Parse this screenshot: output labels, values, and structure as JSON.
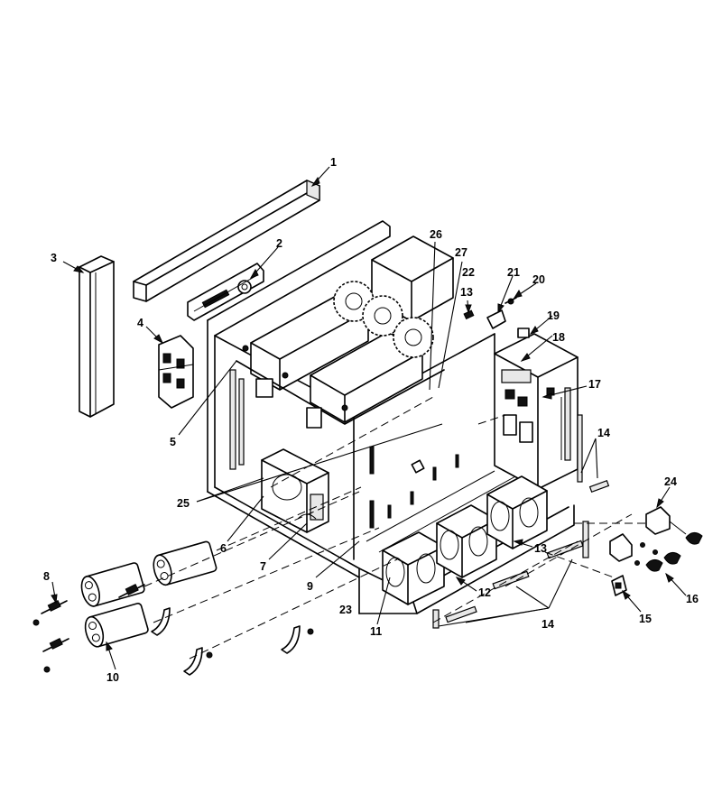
{
  "callouts": [
    {
      "id": "1",
      "label": "1"
    },
    {
      "id": "2",
      "label": "2"
    },
    {
      "id": "3",
      "label": "3"
    },
    {
      "id": "4",
      "label": "4"
    },
    {
      "id": "5",
      "label": "5"
    },
    {
      "id": "6",
      "label": "6"
    },
    {
      "id": "7",
      "label": "7"
    },
    {
      "id": "8",
      "label": "8"
    },
    {
      "id": "9",
      "label": "9"
    },
    {
      "id": "10",
      "label": "10"
    },
    {
      "id": "11",
      "label": "11"
    },
    {
      "id": "12",
      "label": "12"
    },
    {
      "id": "13a",
      "label": "13"
    },
    {
      "id": "13b",
      "label": "13"
    },
    {
      "id": "14a",
      "label": "14"
    },
    {
      "id": "14b",
      "label": "14"
    },
    {
      "id": "15",
      "label": "15"
    },
    {
      "id": "16",
      "label": "16"
    },
    {
      "id": "17",
      "label": "17"
    },
    {
      "id": "18",
      "label": "18"
    },
    {
      "id": "19",
      "label": "19"
    },
    {
      "id": "20",
      "label": "20"
    },
    {
      "id": "21",
      "label": "21"
    },
    {
      "id": "22",
      "label": "22"
    },
    {
      "id": "23",
      "label": "23"
    },
    {
      "id": "24",
      "label": "24"
    },
    {
      "id": "25",
      "label": "25"
    },
    {
      "id": "26",
      "label": "26"
    },
    {
      "id": "27",
      "label": "27"
    }
  ]
}
